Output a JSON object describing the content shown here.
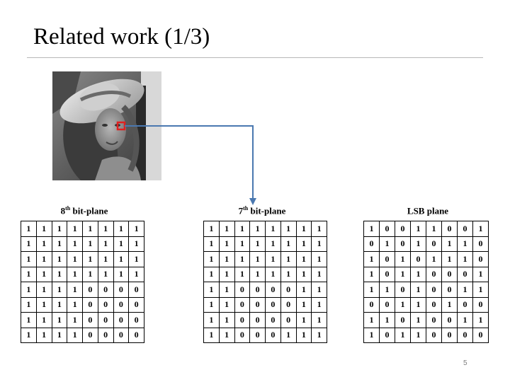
{
  "slide": {
    "title": "Related work (1/3)",
    "page_number": "5"
  },
  "image": {
    "description_icon": "lena-photo-icon",
    "highlight_color": "#e02020"
  },
  "connector": {
    "color": "#4a78b0"
  },
  "planes": [
    {
      "label_prefix": "8",
      "label_sup": "th",
      "label_suffix": " bit-plane",
      "rows": [
        [
          "1",
          "1",
          "1",
          "1",
          "1",
          "1",
          "1",
          "1"
        ],
        [
          "1",
          "1",
          "1",
          "1",
          "1",
          "1",
          "1",
          "1"
        ],
        [
          "1",
          "1",
          "1",
          "1",
          "1",
          "1",
          "1",
          "1"
        ],
        [
          "1",
          "1",
          "1",
          "1",
          "1",
          "1",
          "1",
          "1"
        ],
        [
          "1",
          "1",
          "1",
          "1",
          "0",
          "0",
          "0",
          "0"
        ],
        [
          "1",
          "1",
          "1",
          "1",
          "0",
          "0",
          "0",
          "0"
        ],
        [
          "1",
          "1",
          "1",
          "1",
          "0",
          "0",
          "0",
          "0"
        ],
        [
          "1",
          "1",
          "1",
          "1",
          "0",
          "0",
          "0",
          "0"
        ]
      ]
    },
    {
      "label_prefix": "7",
      "label_sup": "th",
      "label_suffix": " bit-plane",
      "rows": [
        [
          "1",
          "1",
          "1",
          "1",
          "1",
          "1",
          "1",
          "1"
        ],
        [
          "1",
          "1",
          "1",
          "1",
          "1",
          "1",
          "1",
          "1"
        ],
        [
          "1",
          "1",
          "1",
          "1",
          "1",
          "1",
          "1",
          "1"
        ],
        [
          "1",
          "1",
          "1",
          "1",
          "1",
          "1",
          "1",
          "1"
        ],
        [
          "1",
          "1",
          "0",
          "0",
          "0",
          "0",
          "1",
          "1"
        ],
        [
          "1",
          "1",
          "0",
          "0",
          "0",
          "0",
          "1",
          "1"
        ],
        [
          "1",
          "1",
          "0",
          "0",
          "0",
          "0",
          "1",
          "1"
        ],
        [
          "1",
          "1",
          "0",
          "0",
          "0",
          "1",
          "1",
          "1"
        ]
      ]
    },
    {
      "label_prefix": "LSB plane",
      "label_sup": "",
      "label_suffix": "",
      "rows": [
        [
          "1",
          "0",
          "0",
          "1",
          "1",
          "0",
          "0",
          "1"
        ],
        [
          "0",
          "1",
          "0",
          "1",
          "0",
          "1",
          "1",
          "0"
        ],
        [
          "1",
          "0",
          "1",
          "0",
          "1",
          "1",
          "1",
          "0"
        ],
        [
          "1",
          "0",
          "1",
          "1",
          "0",
          "0",
          "0",
          "1"
        ],
        [
          "1",
          "1",
          "0",
          "1",
          "0",
          "0",
          "1",
          "1"
        ],
        [
          "0",
          "0",
          "1",
          "1",
          "0",
          "1",
          "0",
          "0"
        ],
        [
          "1",
          "1",
          "0",
          "1",
          "0",
          "0",
          "1",
          "1"
        ],
        [
          "1",
          "0",
          "1",
          "1",
          "0",
          "0",
          "0",
          "0"
        ]
      ]
    }
  ]
}
